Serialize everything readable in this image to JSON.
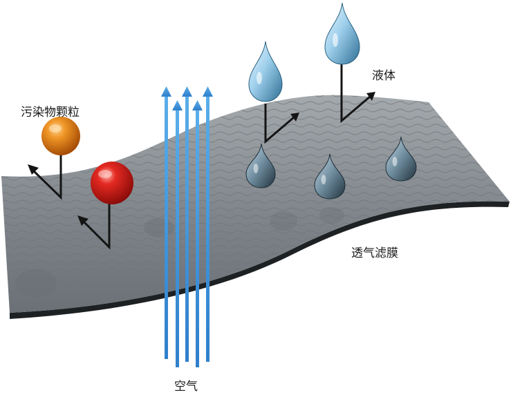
{
  "labels": {
    "pollutant_particles": "污染物颗粒",
    "liquid": "液体",
    "breathable_membrane": "透气滤膜",
    "air": "空气"
  },
  "colors": {
    "membrane_top": "#8f9499",
    "membrane_edge": "#1e2124",
    "air_arrow": "#3b8fd6",
    "particle_orange": "#e07a18",
    "particle_red": "#d81e1e",
    "droplet": "#8ec6e6"
  }
}
